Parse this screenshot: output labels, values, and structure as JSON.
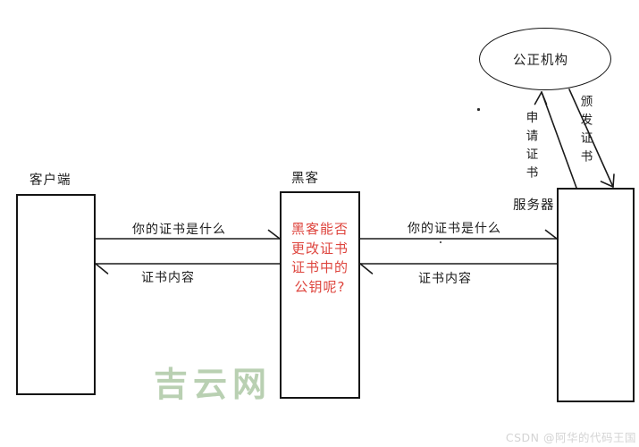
{
  "diagram": {
    "ca": {
      "label": "公正机构"
    },
    "client": {
      "label": "客户端"
    },
    "hacker": {
      "label": "黑客",
      "question_lines": [
        "黑客能否",
        "更改证书",
        "证书中的",
        "公钥呢?"
      ]
    },
    "server": {
      "label": "服务器"
    },
    "messages": {
      "left_request": "你的证书是什么",
      "left_response": "证书内容",
      "right_request": "你的证书是什么",
      "right_response": "证书内容",
      "apply_cert": "申请证书",
      "issue_cert": "颁发证书"
    },
    "colors": {
      "line": "#1a1a1a",
      "alert_text": "#de453e",
      "watermark_green": "#b9d0b2",
      "credit_gray": "#d4d4d4"
    }
  },
  "watermarks": {
    "center": "吉云网",
    "credit": "CSDN @阿华的代码王国"
  }
}
